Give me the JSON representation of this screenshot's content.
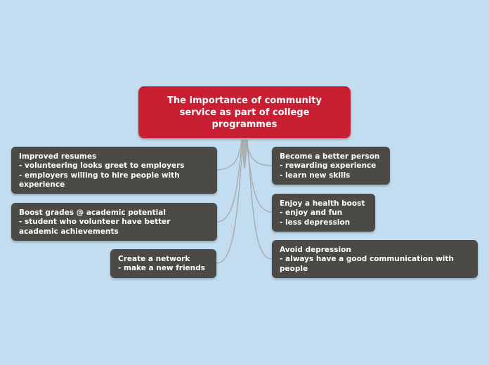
{
  "central": {
    "title": "The importance of community service as part of college programmes"
  },
  "left_branches": [
    {
      "title": "Improved resumes",
      "lines": [
        "- volunteering looks greet to employers",
        "- employers willing to hire people with experience"
      ]
    },
    {
      "title": "Boost grades @ academic potential",
      "lines": [
        "- student who volunteer have better academic achievements"
      ]
    },
    {
      "title": "Create a network",
      "lines": [
        "- make a new friends"
      ]
    }
  ],
  "right_branches": [
    {
      "title": "Become a better person",
      "lines": [
        "- rewarding experience",
        "- learn new skills"
      ]
    },
    {
      "title": "Enjoy a health boost",
      "lines": [
        "- enjoy and fun",
        "- less depression"
      ]
    },
    {
      "title": "Avoid depression",
      "lines": [
        "- always have a good communication with people"
      ]
    }
  ],
  "colors": {
    "background": "#c3ddf0",
    "central_node": "#c81f33",
    "topic_node": "#4b4a47",
    "connector": "#a8a8a8",
    "text": "#ffffff"
  }
}
